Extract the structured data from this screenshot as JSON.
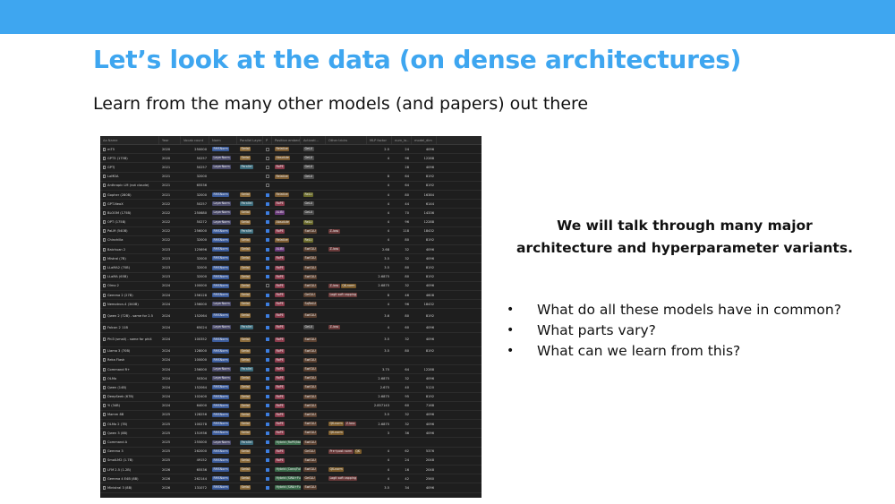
{
  "slide": {
    "title": "Let’s look at the data (on dense architectures)",
    "subtitle": "Learn from the many other models (and papers) out there",
    "callout_line1": "We will talk through many major",
    "callout_line2": "architecture and hyperparameter variants.",
    "bullets": [
      "What do all these models have in common?",
      "What parts vary?",
      "What can we learn from this?"
    ],
    "bullet_glyph": "•"
  },
  "sheet": {
    "columns": [
      "Aa Name",
      "Year",
      "Vocab count",
      "Norm",
      "Parallel Layer",
      "P",
      "Position embed...",
      "Activati...",
      "Other tricks",
      "MLP factor",
      "num_la...",
      "model_dim"
    ],
    "rows": [
      {
        "name": "mT5",
        "year": "2020",
        "vocab": "250000",
        "norm": "RMSNorm",
        "par": "Serial",
        "chk": false,
        "pos": "Relative",
        "act": "GeLU",
        "other": [],
        "mlp": "2.5",
        "nl": "24",
        "dm": "4096"
      },
      {
        "name": "GPT3 (175B)",
        "year": "2020",
        "vocab": "50257",
        "norm": "LayerNorm",
        "par": "Serial",
        "chk": false,
        "pos": "Absolute",
        "act": "GeLU",
        "other": [],
        "mlp": "4",
        "nl": "96",
        "dm": "12288"
      },
      {
        "name": "GPTJ",
        "year": "2021",
        "vocab": "50257",
        "norm": "LayerNorm",
        "par": "Parallel",
        "chk": false,
        "pos": "RoPE",
        "act": "GeLU",
        "other": [],
        "mlp": "",
        "nl": "28",
        "dm": "4096"
      },
      {
        "name": "LaMDA",
        "year": "2021",
        "vocab": "32000",
        "norm": "",
        "par": "",
        "chk": false,
        "pos": "Relative",
        "act": "GeLU",
        "other": [],
        "mlp": "8",
        "nl": "64",
        "dm": "8192"
      },
      {
        "name": "Anthropic LM (not claude)",
        "year": "2021",
        "vocab": "65536",
        "norm": "",
        "par": "",
        "chk": false,
        "pos": "",
        "act": "",
        "other": [],
        "mlp": "4",
        "nl": "64",
        "dm": "8192"
      },
      {
        "name": "Gopher (280B)",
        "year": "2021",
        "vocab": "32000",
        "norm": "RMSNorm",
        "par": "Serial",
        "chk": true,
        "pos": "Relative",
        "act": "ReLU",
        "other": [],
        "mlp": "4",
        "nl": "80",
        "dm": "16384"
      },
      {
        "name": "GPT-NeoX",
        "year": "2022",
        "vocab": "50257",
        "norm": "LayerNorm",
        "par": "Parallel",
        "chk": true,
        "pos": "RoPE",
        "act": "GeLU",
        "other": [],
        "mlp": "4",
        "nl": "44",
        "dm": "6144"
      },
      {
        "name": "BLOOM (175B)",
        "year": "2022",
        "vocab": "250680",
        "norm": "LayerNorm",
        "par": "Serial",
        "chk": true,
        "pos": "ALiBi",
        "act": "GeLU",
        "other": [],
        "mlp": "4",
        "nl": "70",
        "dm": "14336"
      },
      {
        "name": "OPT (175B)",
        "year": "2022",
        "vocab": "50272",
        "norm": "LayerNorm",
        "par": "Serial",
        "chk": true,
        "pos": "Absolute",
        "act": "ReLU",
        "other": [],
        "mlp": "4",
        "nl": "96",
        "dm": "12288"
      },
      {
        "name": "PaLM (540B)",
        "year": "2022",
        "vocab": "256000",
        "norm": "RMSNorm",
        "par": "Parallel",
        "chk": true,
        "pos": "RoPE",
        "act": "SwiGLU",
        "other": [
          "Z-loss"
        ],
        "mlp": "4",
        "nl": "118",
        "dm": "18432"
      },
      {
        "name": "Chinchilla",
        "year": "2022",
        "vocab": "32000",
        "norm": "RMSNorm",
        "par": "Serial",
        "chk": true,
        "pos": "Relative",
        "act": "ReLU",
        "other": [],
        "mlp": "4",
        "nl": "80",
        "dm": "8192"
      },
      {
        "name": "Baichuan 2",
        "year": "2023",
        "vocab": "125696",
        "norm": "RMSNorm",
        "par": "Serial",
        "chk": true,
        "pos": "ALiBi",
        "act": "SwiGLU",
        "other": [
          "Z-loss"
        ],
        "mlp": "2.68",
        "nl": "32",
        "dm": "4096"
      },
      {
        "name": "Mistral (7B)",
        "year": "2023",
        "vocab": "32000",
        "norm": "RMSNorm",
        "par": "Serial",
        "chk": true,
        "pos": "RoPE",
        "act": "SwiGLU",
        "other": [],
        "mlp": "3.5",
        "nl": "32",
        "dm": "4096"
      },
      {
        "name": "LLaMA2 (70B)",
        "year": "2023",
        "vocab": "32000",
        "norm": "RMSNorm",
        "par": "Serial",
        "chk": true,
        "pos": "RoPE",
        "act": "SwiGLU",
        "other": [],
        "mlp": "3.5",
        "nl": "80",
        "dm": "8192"
      },
      {
        "name": "LLaMA (65B)",
        "year": "2023",
        "vocab": "32000",
        "norm": "RMSNorm",
        "par": "Serial",
        "chk": true,
        "pos": "RoPE",
        "act": "SwiGLU",
        "other": [],
        "mlp": "2.6875",
        "nl": "80",
        "dm": "8192"
      },
      {
        "name": "Olmo 2",
        "year": "2024",
        "vocab": "100000",
        "norm": "RMSNorm",
        "par": "Serial",
        "chk": false,
        "pos": "RoPE",
        "act": "SwiGLU",
        "other": [
          "Z-loss",
          "QK-norm"
        ],
        "mlp": "2.6875",
        "nl": "32",
        "dm": "4096"
      },
      {
        "name": "Gemma 2 (27B)",
        "year": "2024",
        "vocab": "256128",
        "norm": "RMSNorm",
        "par": "Serial",
        "chk": true,
        "pos": "RoPE",
        "act": "GeGLU",
        "other": [
          "Logit soft capping"
        ],
        "mlp": "8",
        "nl": "46",
        "dm": "4608"
      },
      {
        "name": "Nemotron-4 (340B)",
        "year": "2024",
        "vocab": "256000",
        "norm": "LayerNorm",
        "par": "Serial",
        "chk": true,
        "pos": "RoPE",
        "act": "SqReLU",
        "other": [],
        "mlp": "4",
        "nl": "96",
        "dm": "18432"
      },
      {
        "name": "Qwen 2 (72B) - same for 2.5",
        "year": "2024",
        "vocab": "152064",
        "norm": "RMSNorm",
        "par": "Serial",
        "chk": true,
        "pos": "RoPE",
        "act": "SwiGLU",
        "other": [],
        "mlp": "3.6",
        "nl": "80",
        "dm": "8192",
        "tall": true
      },
      {
        "name": "Falcon 2 11B",
        "year": "2024",
        "vocab": "65024",
        "norm": "LayerNorm",
        "par": "Parallel",
        "chk": true,
        "pos": "RoPE",
        "act": "GeLU",
        "other": [
          "Z-loss"
        ],
        "mlp": "4",
        "nl": "60",
        "dm": "4096"
      },
      {
        "name": "Phi3 (small) - same for phi4",
        "year": "2024",
        "vocab": "100352",
        "norm": "RMSNorm",
        "par": "Serial",
        "chk": true,
        "pos": "RoPE",
        "act": "SwiGLU",
        "other": [],
        "mlp": "3.5",
        "nl": "32",
        "dm": "4096",
        "tall": true
      },
      {
        "name": "Llama 3 (70B)",
        "year": "2024",
        "vocab": "128000",
        "norm": "RMSNorm",
        "par": "Serial",
        "chk": true,
        "pos": "RoPE",
        "act": "SwiGLU",
        "other": [],
        "mlp": "3.5",
        "nl": "80",
        "dm": "8192"
      },
      {
        "name": "Reka Flash",
        "year": "2024",
        "vocab": "100000",
        "norm": "RMSNorm",
        "par": "Serial",
        "chk": true,
        "pos": "RoPE",
        "act": "SwiGLU",
        "other": [],
        "mlp": "",
        "nl": "",
        "dm": ""
      },
      {
        "name": "Command R+",
        "year": "2024",
        "vocab": "256000",
        "norm": "LayerNorm",
        "par": "Parallel",
        "chk": true,
        "pos": "RoPE",
        "act": "SwiGLU",
        "other": [],
        "mlp": "3.75",
        "nl": "64",
        "dm": "12288"
      },
      {
        "name": "OLMo",
        "year": "2024",
        "vocab": "50304",
        "norm": "LayerNorm",
        "par": "Serial",
        "chk": true,
        "pos": "RoPE",
        "act": "SwiGLU",
        "other": [],
        "mlp": "2.6875",
        "nl": "32",
        "dm": "4096"
      },
      {
        "name": "Qwen (14B)",
        "year": "2024",
        "vocab": "152064",
        "norm": "RMSNorm",
        "par": "Serial",
        "chk": true,
        "pos": "RoPE",
        "act": "SwiGLU",
        "other": [],
        "mlp": "2.675",
        "nl": "40",
        "dm": "5120"
      },
      {
        "name": "DeepSeek (67B)",
        "year": "2024",
        "vocab": "102400",
        "norm": "RMSNorm",
        "par": "Serial",
        "chk": true,
        "pos": "RoPE",
        "act": "SwiGLU",
        "other": [],
        "mlp": "2.6875",
        "nl": "95",
        "dm": "8192"
      },
      {
        "name": "Yi (34B)",
        "year": "2024",
        "vocab": "64000",
        "norm": "RMSNorm",
        "par": "Serial",
        "chk": true,
        "pos": "RoPE",
        "act": "SwiGLU",
        "other": [],
        "mlp": "2.857143",
        "nl": "60",
        "dm": "7168"
      },
      {
        "name": "Mamm 8B",
        "year": "2025",
        "vocab": "128256",
        "norm": "RMSNorm",
        "par": "Serial",
        "chk": true,
        "pos": "RoPE",
        "act": "SwiGLU",
        "other": [],
        "mlp": "3.5",
        "nl": "32",
        "dm": "4096"
      },
      {
        "name": "OLMo 2 (7B)",
        "year": "2025",
        "vocab": "100278",
        "norm": "RMSNorm",
        "par": "Serial",
        "chk": true,
        "pos": "RoPE",
        "act": "SwiGLU",
        "other": [
          "QK-norm",
          "Z-loss"
        ],
        "mlp": "2.6875",
        "nl": "32",
        "dm": "4096"
      },
      {
        "name": "Qwen 3 (8B)",
        "year": "2025",
        "vocab": "151936",
        "norm": "RMSNorm",
        "par": "Serial",
        "chk": true,
        "pos": "RoPE",
        "act": "SwiGLU",
        "other": [
          "QK-norm"
        ],
        "mlp": "3",
        "nl": "36",
        "dm": "4096"
      },
      {
        "name": "Command A",
        "year": "2025",
        "vocab": "255000",
        "norm": "LayerNorm",
        "par": "Parallel",
        "chk": true,
        "pos": "Hybrid (RoPE/NoPE)",
        "act": "SwiGLU",
        "other": [],
        "mlp": "",
        "nl": "",
        "dm": ""
      },
      {
        "name": "Gemma 3",
        "year": "2025",
        "vocab": "262000",
        "norm": "RMSNorm",
        "par": "Serial",
        "chk": true,
        "pos": "RoPE",
        "act": "GeGLU",
        "other": [
          "Pre+post norm",
          "QK"
        ],
        "mlp": "4",
        "nl": "62",
        "dm": "5376"
      },
      {
        "name": "SmolLM2 (1.7B)",
        "year": "2025",
        "vocab": "49152",
        "norm": "RMSNorm",
        "par": "Serial",
        "chk": true,
        "pos": "RoPE",
        "act": "SwiGLU",
        "other": [],
        "mlp": "4",
        "nl": "24",
        "dm": "2048"
      },
      {
        "name": "LFM 2.5 (1.2B)",
        "year": "2026",
        "vocab": "65536",
        "norm": "RMSNorm",
        "par": "Serial",
        "chk": true,
        "pos": "Hybrid (Conv/Full)",
        "act": "SwiGLU",
        "other": [
          "QK-norm"
        ],
        "mlp": "4",
        "nl": "16",
        "dm": "2048"
      },
      {
        "name": "Gemma 4 E4B (8B)",
        "year": "2026",
        "vocab": "262144",
        "norm": "RMSNorm",
        "par": "Serial",
        "chk": true,
        "pos": "Hybrid (SWA+Full)",
        "act": "GeGLU",
        "other": [
          "Logit soft capping"
        ],
        "mlp": "4",
        "nl": "42",
        "dm": "2560"
      },
      {
        "name": "Ministral 3 (8B)",
        "year": "2026",
        "vocab": "131072",
        "norm": "RMSNorm",
        "par": "Serial",
        "chk": true,
        "pos": "Hybrid (SWA+Full)",
        "act": "SwiGLU",
        "other": [],
        "mlp": "3.5",
        "nl": "34",
        "dm": "4096"
      }
    ]
  }
}
